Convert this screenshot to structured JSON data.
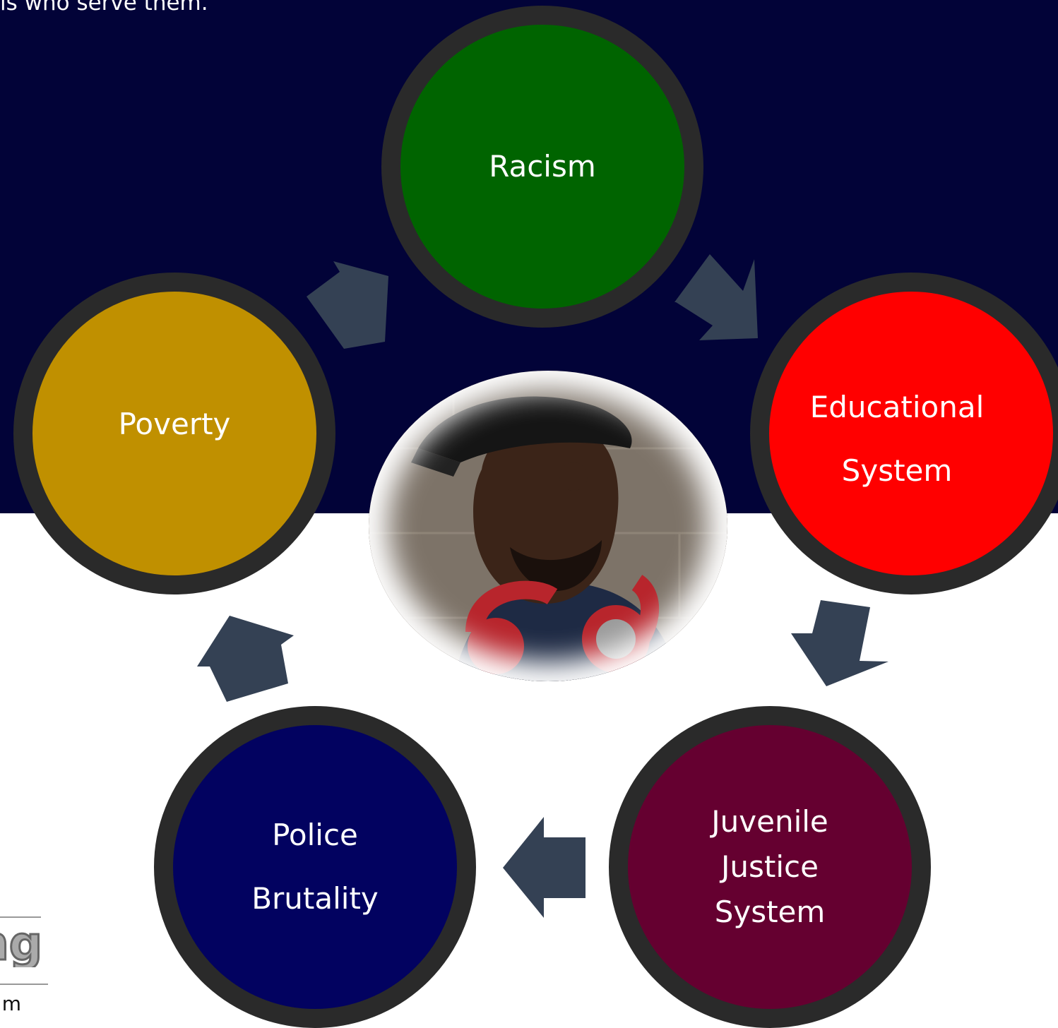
{
  "intro_text": "ls who serve them.",
  "colors": {
    "background_top": "#020338",
    "background_bottom": "#ffffff",
    "ring": "#2a2a2a",
    "arrow": "#344154",
    "racism": "#006400",
    "educational_system": "#ff0000",
    "juvenile_justice_system": "#650030",
    "police_brutality": "#020260",
    "poverty": "#c09000"
  },
  "cycle": {
    "nodes": [
      {
        "id": "racism",
        "lines": [
          "Racism"
        ]
      },
      {
        "id": "educational_system",
        "lines": [
          "Educational",
          "System"
        ]
      },
      {
        "id": "juvenile_justice_system",
        "lines": [
          "Juvenile",
          "Justice",
          "System"
        ]
      },
      {
        "id": "police_brutality",
        "lines": [
          "Police",
          "Brutality"
        ]
      },
      {
        "id": "poverty",
        "lines": [
          "Poverty"
        ]
      }
    ],
    "arrows": [
      {
        "from": "racism",
        "to": "educational_system"
      },
      {
        "from": "educational_system",
        "to": "juvenile_justice_system"
      },
      {
        "from": "juvenile_justice_system",
        "to": "police_brutality"
      },
      {
        "from": "police_brutality",
        "to": "poverty"
      },
      {
        "from": "poverty",
        "to": "racism"
      }
    ],
    "center_image": "young man in backward cap with red headphones"
  },
  "logo": {
    "text": "ng",
    "subtext": "m"
  }
}
